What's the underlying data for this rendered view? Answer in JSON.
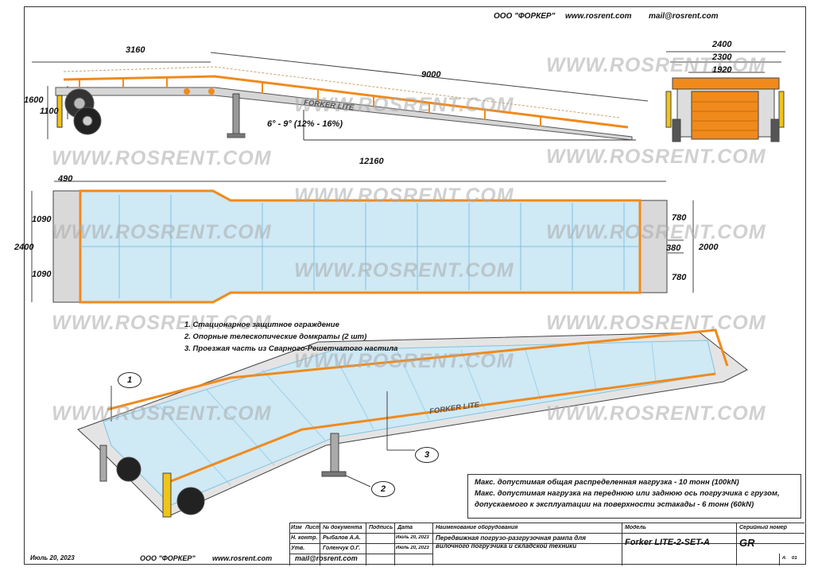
{
  "header": {
    "company": "ООО \"ФОРКЕР\"",
    "site": "www.rosrent.com",
    "mail": "mail@rosrent.com"
  },
  "watermark": "WWW.ROSRENT.COM",
  "side_view": {
    "dim_length_top": "3160",
    "dim_length_ramp": "9000",
    "dim_height_1": "1600",
    "dim_height_2": "1100",
    "angle": "6° - 9° (12% - 16%)",
    "brand": "FORKER LITE"
  },
  "end_view": {
    "dim_a": "2400",
    "dim_b": "2300",
    "dim_c": "1920"
  },
  "plan_view": {
    "dim_total": "12160",
    "dim_left": "490",
    "dim_width_total": "2400",
    "dim_half_top": "1090",
    "dim_half_bottom": "1090",
    "dim_right_top": "780",
    "dim_right_mid": "380",
    "dim_right_bottom": "780",
    "dim_right_total": "2000"
  },
  "notes": [
    "1.  Стационарное защитное ограждение",
    "2. Опорные телескопические домкраты (2 шт)",
    "3. Проезжая часть из Сварного-Решетчатого настила"
  ],
  "callouts": [
    "1",
    "2",
    "3"
  ],
  "iso_brand": "FORKER   LITE",
  "specs": [
    "Макс.  допустимая общая распределенная нагрузка - 10 тонн (100kN)",
    "Макс.  допустимая  нагрузка на переднюю или заднюю ось погрузчика с грузом,",
    "допускаемого к эксплуатации на поверхности эстакады - 6 тонн (60kN)"
  ],
  "title_block": {
    "h_change": "Изм",
    "h_sheet": "Лист",
    "h_doc": "№ документа",
    "h_sign": "Подпись",
    "h_date": "Дата",
    "role1": "Н. контр.",
    "name1": "Рыбалов А.А.",
    "date1": "Июль 20, 2023",
    "role2": "Утв.",
    "name2": "Голенчук О.Г.",
    "date2": "Июль 20, 2023",
    "h_equipment": "Наименование оборудования",
    "equipment": "Передвижная погрузо-разгрузочная рампа для вилочного погрузчика и складской техники",
    "h_model": "Модель",
    "model": "Forker LITE-2-SET-A",
    "h_serial": "Серийный номер",
    "serial": "GR",
    "sheet_a": "A",
    "sheet_n": "01"
  },
  "footer": {
    "date": "Июль 20, 2023",
    "company": "ООО \"ФОРКЕР\"",
    "site": "www.rosrent.com",
    "mail": "mail@rosrent.com"
  },
  "colors": {
    "orange": "#f08a1c",
    "steel": "#9a9a9a",
    "deck": "#cfe9f5",
    "deckline": "#7fc3e0"
  }
}
